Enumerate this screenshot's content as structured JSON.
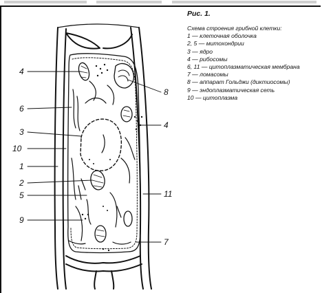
{
  "caption": {
    "figure": "Рис. 1.",
    "title": "Схема строения грибной клетки:",
    "items": [
      "1 — клеточная оболочка",
      "2, 5 — митохондрии",
      "3 — ядро",
      "4 — рибосомы",
      "6, 11 — цитоплазматическая мембрана",
      "7 — ломасомы",
      "8 — аппарат Гольджи (диктиосомы)",
      "9 — эндоплазматическая сеть",
      "10 — цитоплазма"
    ]
  },
  "labels": [
    "4",
    "6",
    "3",
    "10",
    "1",
    "2",
    "5",
    "9",
    "8",
    "4",
    "11",
    "7"
  ]
}
